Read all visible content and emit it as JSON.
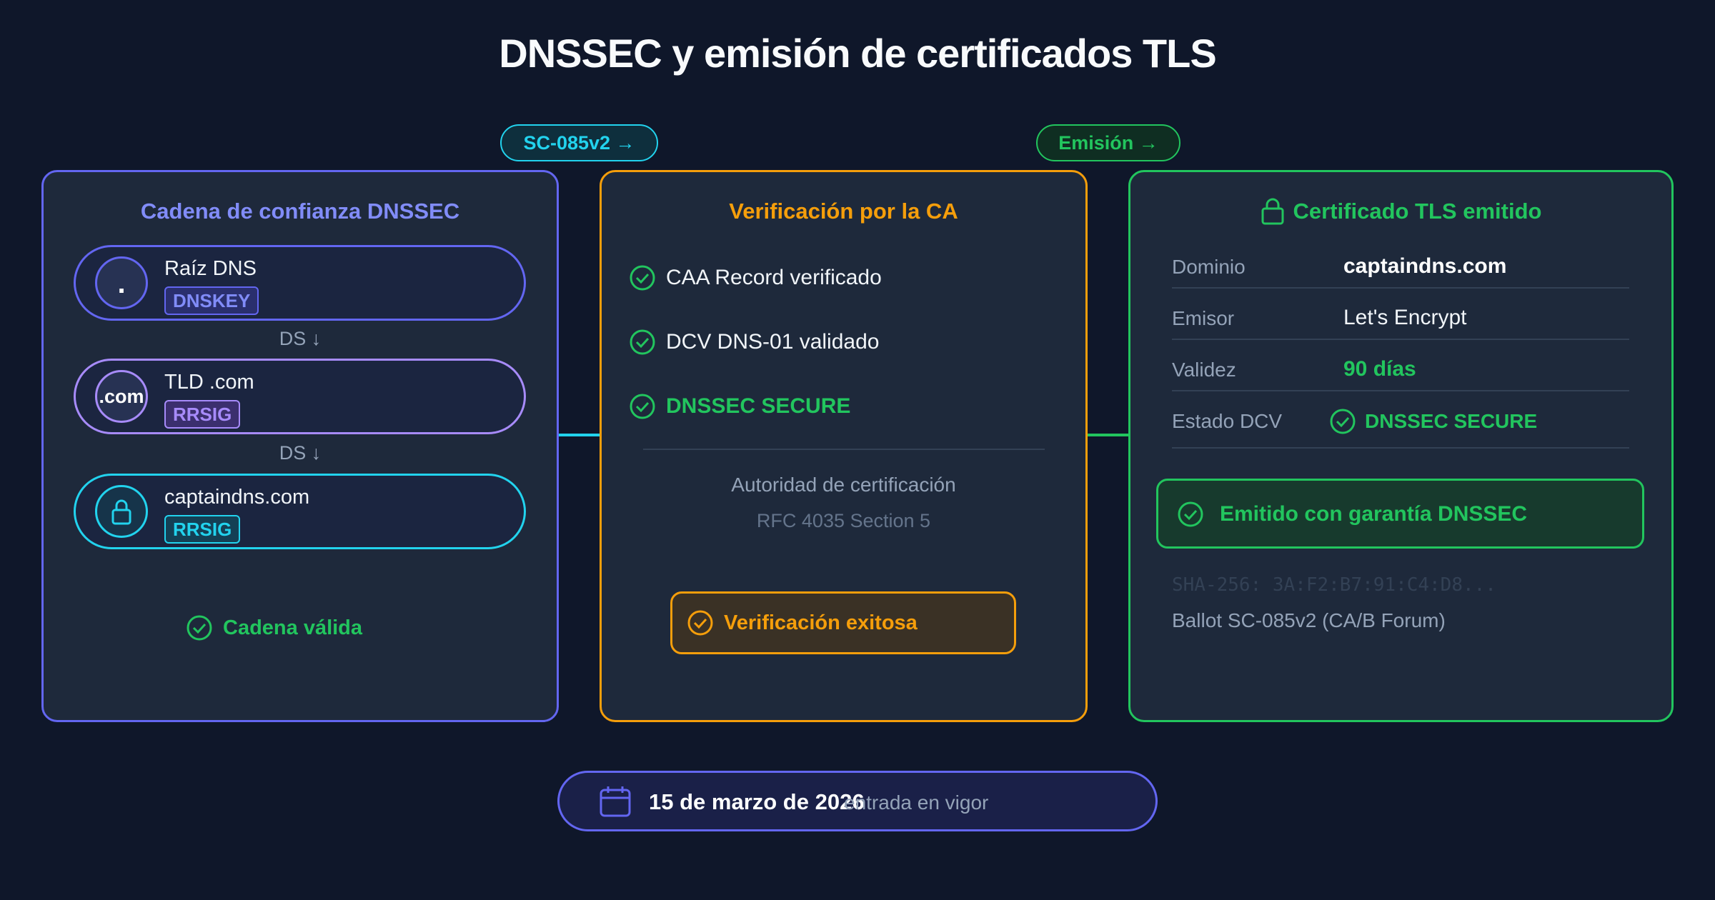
{
  "title": "DNSSEC y emisión de certificados TLS",
  "tags": {
    "sc": "SC-085v2 →",
    "emission": "Emisión →"
  },
  "chain": {
    "title": "Cadena de confianza DNSSEC",
    "nodes": [
      {
        "icon": ".",
        "name": "Raíz DNS",
        "badge": "DNSKEY"
      },
      {
        "icon": ".com",
        "name": "TLD .com",
        "badge": "RRSIG"
      },
      {
        "icon": "lock-icon",
        "name": "captaindns.com",
        "badge": "RRSIG"
      }
    ],
    "ds_label": "DS ↓",
    "status": "Cadena válida"
  },
  "ca": {
    "title": "Verificación por la CA",
    "checks": [
      "CAA Record verificado",
      "DCV DNS-01 validado",
      "DNSSEC SECURE"
    ],
    "authority": "Autoridad de certificación",
    "rfc": "RFC 4035 Section 5",
    "result": "Verificación exitosa"
  },
  "cert": {
    "title": "Certificado TLS emitido",
    "rows": [
      {
        "label": "Dominio",
        "value": "captaindns.com"
      },
      {
        "label": "Emisor",
        "value": "Let's Encrypt"
      },
      {
        "label": "Validez",
        "value": "90 días"
      },
      {
        "label": "Estado DCV",
        "value": "DNSSEC SECURE"
      }
    ],
    "guarantee": "Emitido con garantía DNSSEC",
    "hash": "SHA-256: 3A:F2:B7:91:C4:D8...",
    "ballot": "Ballot SC-085v2 (CA/B Forum)"
  },
  "footer": {
    "date": "15 de marzo de 2026",
    "caption": "entrada en vigor"
  },
  "colors": {
    "background": "#0f172a",
    "chain": "#6366f1",
    "ca": "#f59e0b",
    "cert": "#22c55e",
    "accent": "#22d3ee"
  }
}
